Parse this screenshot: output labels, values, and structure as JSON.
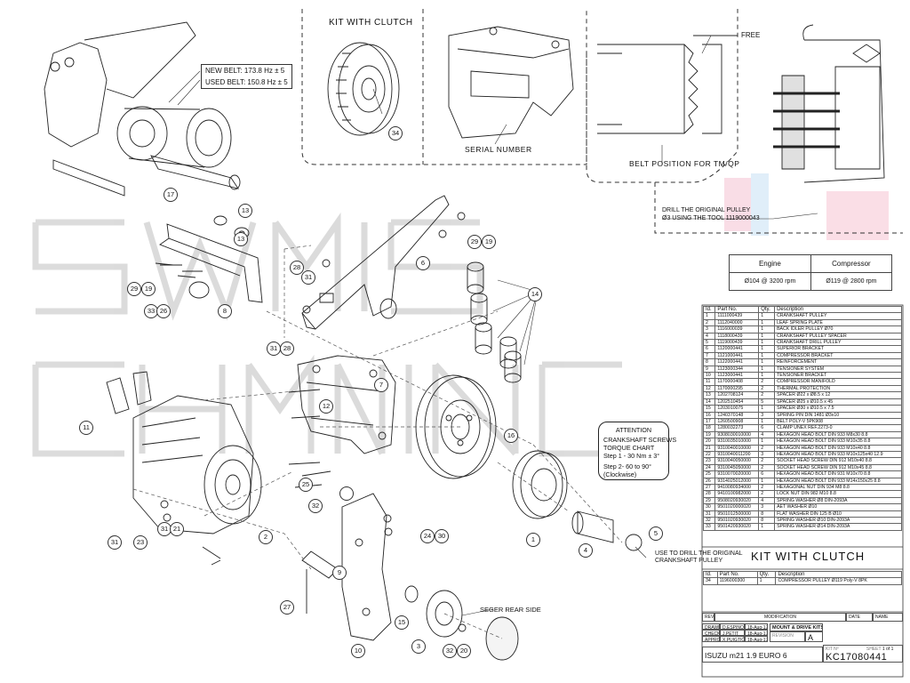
{
  "callouts": {
    "belt": {
      "new": "NEW BELT: 173.8 Hz ± 5",
      "used": "USED BELT: 150.8 Hz ± 5"
    },
    "free": "FREE",
    "drill": {
      "line1": "DRILL THE ORIGINAL PULLEY",
      "line2": "Ø3 USING THE TOOL 1119000043"
    },
    "drill_crank": {
      "line1": "USE TO DRILL THE ORIGINAL",
      "line2": "CRANKSHAFT PULLEY"
    },
    "seger": "SEGER REAR SIDE"
  },
  "insets": {
    "kit": "KIT WITH CLUTCH",
    "serial": "SERIAL NUMBER",
    "belt_pos": "BELT POSITION FOR TM/QP"
  },
  "attention": {
    "title": "ATTENTION",
    "l1": "CRANKSHAFT SCREWS",
    "l2": "TORQUE CHART",
    "l3": "Step 1 - 30 Nm ± 3°",
    "l4": "Step 2- 60 to 90°",
    "l5": "(Clockwise)"
  },
  "engine_compressor": {
    "headers": [
      "Engine",
      "Compressor"
    ],
    "values": [
      "Ø104 @ 3200 rpm",
      "Ø119 @ 2800 rpm"
    ]
  },
  "bom": {
    "headers": [
      "Id.",
      "Part No.",
      "Qty.",
      "Description"
    ],
    "rows": [
      [
        "1",
        "1111000439",
        "1",
        "CRANKSHAFT PULLEY"
      ],
      [
        "2",
        "1112040000",
        "1",
        "LEAF SPRING PLATE"
      ],
      [
        "3",
        "1116000039",
        "1",
        "BACK IDLER PULLEY Ø70"
      ],
      [
        "4",
        "1118000439",
        "1",
        "CRANKSHAFT PULLEY SPACER"
      ],
      [
        "5",
        "1119000439",
        "1",
        "CRANKSHAFT DRILL PULLEY"
      ],
      [
        "6",
        "1120000441",
        "1",
        "SUPERIOR BRACKET"
      ],
      [
        "7",
        "1121000441",
        "1",
        "COMPRESSOR BRACKET"
      ],
      [
        "8",
        "1122000441",
        "1",
        "REINFORCEMENT"
      ],
      [
        "9",
        "1123000344",
        "1",
        "TENSIONER SYSTEM"
      ],
      [
        "10",
        "1123000441",
        "1",
        "TENSIONER BRACKET"
      ],
      [
        "11",
        "1170000408",
        "2",
        "COMPRESSOR MANIFOLD"
      ],
      [
        "12",
        "1170000295",
        "2",
        "THERMAL PROTECTION"
      ],
      [
        "13",
        "1202708124",
        "2",
        "SPACER Ø22 x Ø8.5 x 12"
      ],
      [
        "14",
        "1202510454",
        "5",
        "SPACER Ø25 x Ø10.5 x 45"
      ],
      [
        "15",
        "1203010075",
        "1",
        "SPACER Ø30 x Ø10.5 x 7.5"
      ],
      [
        "16",
        "1240370148",
        "3",
        "SPRING PIN DIN 1481 Ø3x10"
      ],
      [
        "17",
        "1260500908",
        "1",
        "BELT POLY-V 5PK908"
      ],
      [
        "18",
        "1280032273",
        "6",
        "CLAMP UNEX REF.2273-0"
      ],
      [
        "19",
        "9308030010000",
        "4",
        "HEXAGON HEAD BOLT DIN 933 M8x30 8.8"
      ],
      [
        "20",
        "9310035010000",
        "1",
        "HEXAGON HEAD BOLT DIN 933 M10x35 8.8"
      ],
      [
        "21",
        "9310040010000",
        "2",
        "HEXAGON HEAD BOLT DIN 933 M10x40 8.8"
      ],
      [
        "22",
        "9310040011200",
        "3",
        "HEXAGON HEAD BOLT DIN 933 M10x125x40 12.9"
      ],
      [
        "23",
        "9310040050000",
        "2",
        "SOCKET HEAD SCREW DIN 912 M10x40 8.8"
      ],
      [
        "24",
        "9310045050000",
        "2",
        "SOCKET HEAD SCREW DIN 912 M10x45 8.8"
      ],
      [
        "25",
        "9310070020000",
        "6",
        "HEXAGON HEAD BOLT DIN 931 M10x70 8.8"
      ],
      [
        "26",
        "9314025012000",
        "1",
        "HEXAGON HEAD BOLT DIN 933 M14x150x25 8.8"
      ],
      [
        "27",
        "9410080934000",
        "2",
        "HEXAGONAL NUT DIN 934 M8 8.8"
      ],
      [
        "28",
        "9410100982000",
        "2",
        "LOCK NUT DIN 982 M10 8.8"
      ],
      [
        "29",
        "9508020930020",
        "4",
        "SPRING WASHER Ø8 DIN-2093A"
      ],
      [
        "30",
        "9501020000020",
        "3",
        "AET WASHER Ø10"
      ],
      [
        "31",
        "9501012500000",
        "8",
        "FLAT WASHER DIN 125 B Ø10"
      ],
      [
        "32",
        "9501020930020",
        "8",
        "SPRING WASHER Ø10 DIN-2093A"
      ],
      [
        "33",
        "9501420930020",
        "1",
        "SPRING WASHER Ø14 DIN-2093A"
      ]
    ]
  },
  "kit_title": "KIT WITH CLUTCH",
  "kit_bom": {
    "headers": [
      "Id.",
      "Part No.",
      "Qty.",
      "Description"
    ],
    "rows": [
      [
        "34",
        "1196000300",
        "1",
        "COMPRESSOR PULLEY Ø119 Poly-V 8PK"
      ]
    ]
  },
  "title_block": {
    "rev": "REV",
    "modification": "MODIFICATION",
    "date": "DATE",
    "name": "NAME",
    "drawn": "DRAWN",
    "drawn_by": "D.ESPINOSA",
    "drawn_date": "18-Aug-17",
    "checked": "CHECKED",
    "checked_by": "J.PETIT",
    "checked_date": "18-Aug-17",
    "approved": "APPROVED",
    "approved_by": "X.PUIGTIÓ",
    "approved_date": "18-Aug-17",
    "division": "MOUNT & DRIVE KITS",
    "revision_label": "REVISION",
    "revision": "A",
    "vehicle": "ISUZU m21 1.9 EURO 6",
    "kit_no_label": "KIT Nº",
    "kit_no": "KC17080441",
    "sheet_label": "SHEET",
    "sheet": "1 of 1"
  },
  "part_numbers": [
    "1",
    "2",
    "3",
    "4",
    "5",
    "6",
    "7",
    "8",
    "9",
    "10",
    "11",
    "12",
    "13",
    "14",
    "15",
    "16",
    "17",
    "19",
    "20",
    "21",
    "23",
    "24",
    "25",
    "26",
    "27",
    "28",
    "29",
    "30",
    "31",
    "32",
    "33",
    "34"
  ]
}
